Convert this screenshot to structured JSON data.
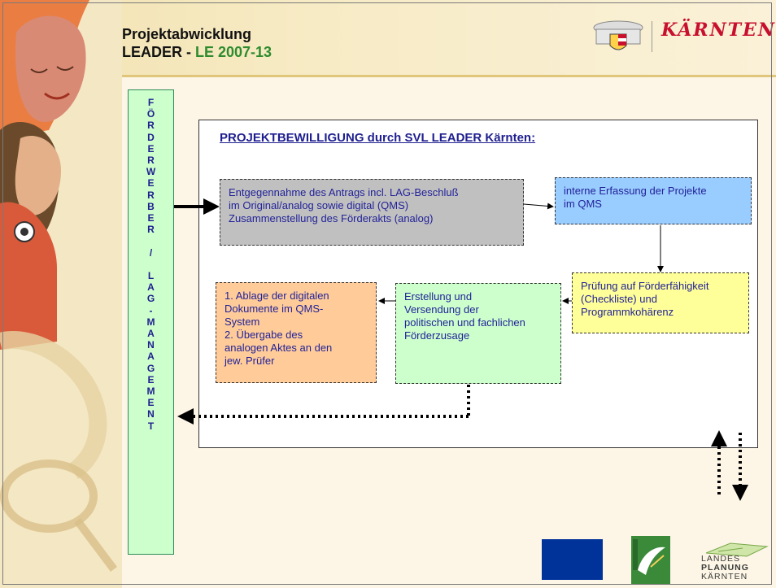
{
  "title": {
    "line1": "Projektabwicklung",
    "line2_prefix": "LEADER - ",
    "line2_accent": "LE 2007-13"
  },
  "logo": {
    "text": "KÄRNTEN"
  },
  "sidebar": {
    "letters": [
      "F",
      "Ö",
      "R",
      "D",
      "E",
      "R",
      "W",
      "E",
      "R",
      "B",
      "E",
      "R",
      "",
      "/",
      "",
      "L",
      "A",
      "G",
      "-",
      "M",
      "A",
      "N",
      "A",
      "G",
      "E",
      "M",
      "E",
      "N",
      "T"
    ]
  },
  "frame": {
    "title": "PROJEKTBEWILLIGUNG durch SVL LEADER Kärnten:"
  },
  "boxes": {
    "antrag": {
      "lines": [
        "Entgegennahme des Antrags incl. LAG-Beschluß",
        "im Original/analog sowie digital (QMS)",
        "Zusammenstellung des Förderakts (analog)"
      ]
    },
    "erfassung": {
      "lines": [
        "interne Erfassung der Projekte",
        "im QMS"
      ]
    },
    "pruefung": {
      "lines": [
        "Prüfung auf Förderfähigkeit",
        "(Checkliste) und",
        "Programmkohärenz"
      ]
    },
    "zusage": {
      "lines": [
        "Erstellung und",
        "Versendung der",
        "politischen und fachlichen",
        "Förderzusage"
      ]
    },
    "ablage": {
      "lines": [
        "1. Ablage der digitalen",
        "Dokumente im QMS-",
        "System",
        "2. Übergabe des",
        "analogen Aktes an den",
        "jew. Prüfer"
      ]
    }
  },
  "footer": {
    "landesplanung": [
      "LANDES",
      "PLANUNG",
      "KÄRNTEN"
    ]
  },
  "colors": {
    "sidebar": "#ccffcc",
    "antrag": "#c0c0c0",
    "erfassung": "#99ccff",
    "pruefung": "#ffff99",
    "zusage": "#ccffcc",
    "ablage": "#ffcc99",
    "text": "#222299",
    "accent": "#2e8b2e"
  }
}
